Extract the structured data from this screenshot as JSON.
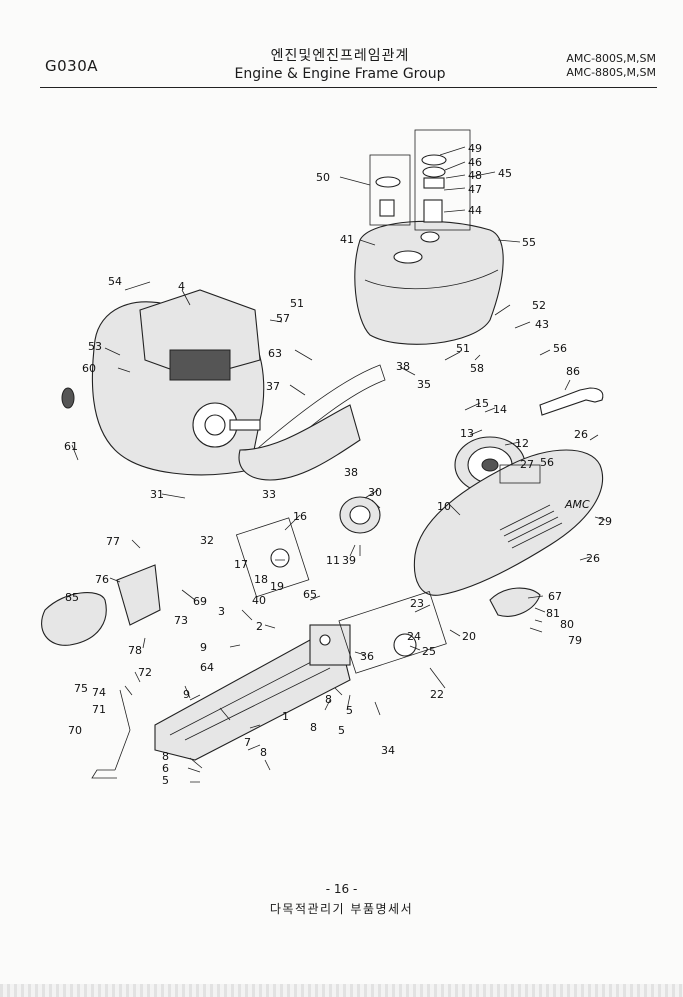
{
  "header": {
    "code": "G030A",
    "title_ko": "엔진및엔진프레임관계",
    "title_en": "Engine & Engine Frame Group",
    "models": [
      "AMC-800S,M,SM",
      "AMC-880S,M,SM"
    ]
  },
  "diagram": {
    "brand_mark": "AMC",
    "callouts": [
      "49",
      "46",
      "48",
      "47",
      "45",
      "44",
      "50",
      "41",
      "55",
      "54",
      "4",
      "51",
      "57",
      "52",
      "43",
      "53",
      "63",
      "56",
      "60",
      "51",
      "58",
      "86",
      "37",
      "38",
      "35",
      "15",
      "14",
      "61",
      "13",
      "12",
      "26",
      "27",
      "56",
      "31",
      "33",
      "30",
      "38",
      "10",
      "29",
      "16",
      "77",
      "17",
      "18",
      "19",
      "11",
      "39",
      "26",
      "32",
      "76",
      "67",
      "85",
      "69",
      "40",
      "65",
      "23",
      "81",
      "80",
      "79",
      "3",
      "2",
      "73",
      "24",
      "20",
      "9",
      "25",
      "78",
      "36",
      "72",
      "64",
      "75",
      "74",
      "9",
      "8",
      "5",
      "22",
      "71",
      "70",
      "8",
      "5",
      "1",
      "34",
      "7",
      "8",
      "6",
      "5",
      "8"
    ]
  },
  "footer": {
    "page": "- 16 -",
    "title": "다목적관리기 부품명세서"
  }
}
